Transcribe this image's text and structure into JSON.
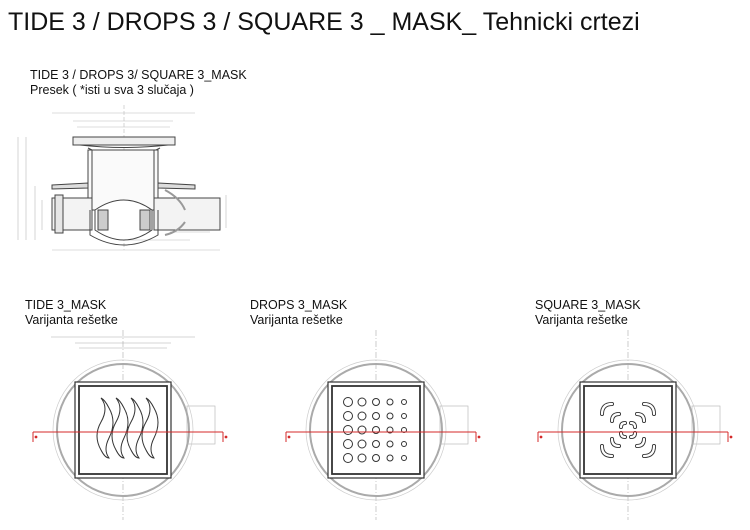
{
  "title": "TIDE 3 / DROPS 3 / SQUARE 3 _ MASK_ Tehnicki crtezi",
  "section": {
    "heading": "TIDE 3 / DROPS 3/ SQUARE 3_MASK",
    "subheading": "Presek ( *isti u sva 3 slučaja )"
  },
  "variants": [
    {
      "name": "TIDE 3_MASK",
      "caption": "Varijanta rešetke",
      "grate": "waves"
    },
    {
      "name": "DROPS 3_MASK",
      "caption": "Varijanta rešetke",
      "grate": "dots"
    },
    {
      "name": "SQUARE 3_MASK",
      "caption": "Varijanta rešetke",
      "grate": "corners"
    }
  ],
  "colors": {
    "section_line": "#d42a2a",
    "line": "#333333",
    "dimension": "#aaaaaa"
  }
}
